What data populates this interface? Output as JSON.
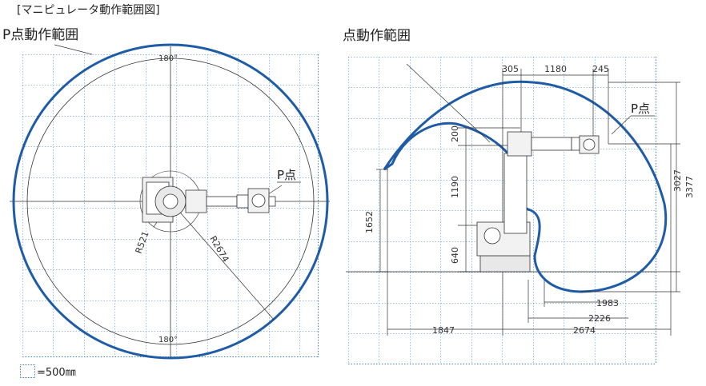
{
  "page_title": "[マニピュレータ動作範囲図]",
  "left_view": {
    "title": "P点動作範囲",
    "angle_top": "180°",
    "angle_bottom": "180°",
    "p_point_label": "P点",
    "radius_inner": "R521",
    "radius_outer": "R2674"
  },
  "right_view": {
    "title": "点動作範囲",
    "p_point_label": "P点",
    "top_dims": [
      "305",
      "1180",
      "245"
    ],
    "left_dims": [
      "200",
      "1190",
      "640"
    ],
    "far_left_dim": "1652",
    "right_dims": [
      "3027",
      "3377"
    ],
    "bottom_dims": [
      "1983",
      "2226",
      "1847",
      "2674"
    ]
  },
  "legend": {
    "label": "=500㎜"
  },
  "colors": {
    "envelope": "#1f5ca8",
    "grid": "#3b80c4",
    "line": "#333333"
  }
}
